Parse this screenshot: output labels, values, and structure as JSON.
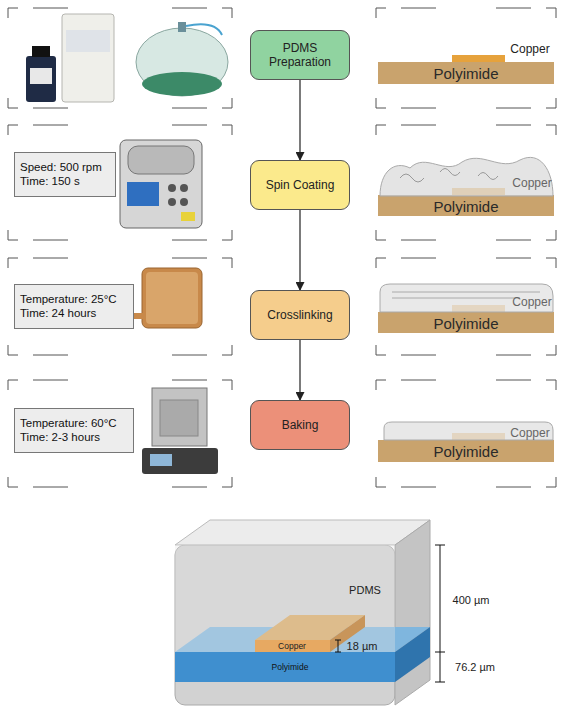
{
  "diagram": {
    "nodes": [
      {
        "text": [
          "PDMS Preparation"
        ]
      },
      {
        "text": [
          "Speed: 500 rpm Time: 150 s"
        ]
      },
      {
        "text": [
          "Spin Coating"
        ]
      },
      {
        "text": [
          "Temperature: 25°C Time: 24 hours"
        ]
      },
      {
        "text": [
          "Crosslinking"
        ]
      },
      {
        "text": [
          "Temperature: 60°C Time: 2-3 hours"
        ]
      },
      {
        "text": [
          "Baking"
        ]
      }
    ],
    "edges": [
      {
        "from": 0,
        "to": 2,
        "arrow": "to"
      },
      {
        "from": 2,
        "to": 4,
        "arrow": "to"
      },
      {
        "from": 4,
        "to": 6,
        "arrow": "to"
      }
    ],
    "labels": [
      "Copper",
      "Polyimide",
      "Copper",
      "Polyimide",
      "Copper",
      "Polyimide",
      "Copper",
      "Polyimide",
      "PDMS",
      "400 µm",
      "18 µm",
      "Copper",
      "76.2 µm",
      "Polyimide"
    ]
  }
}
